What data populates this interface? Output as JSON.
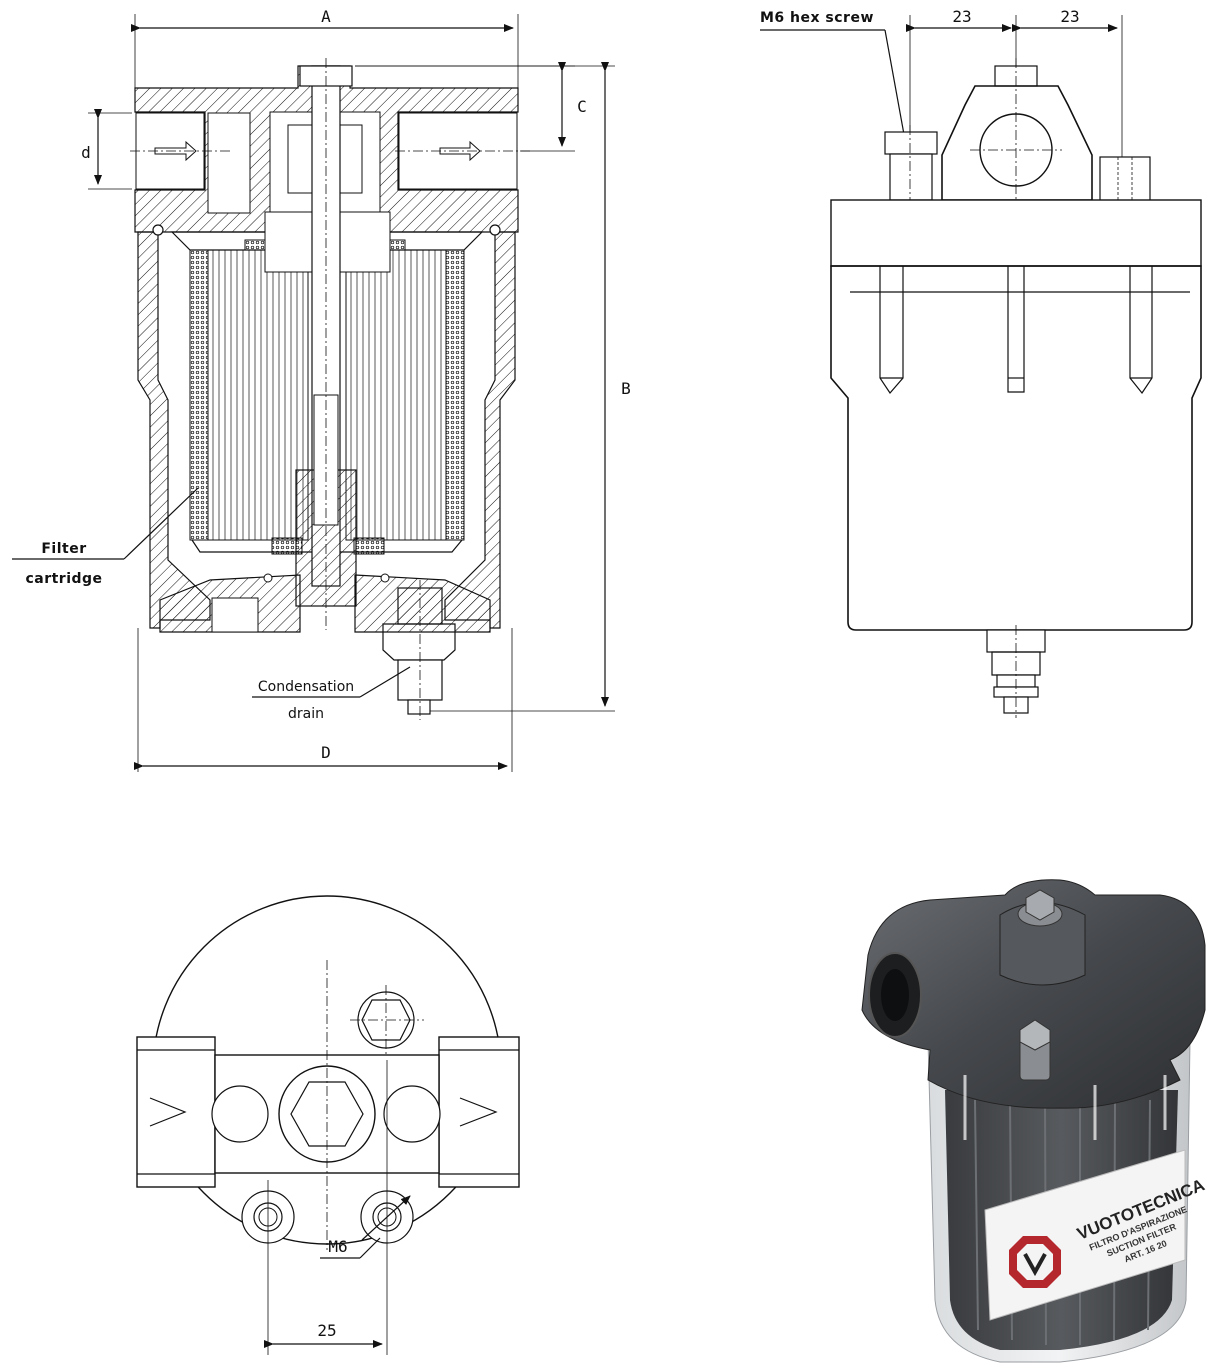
{
  "views": {
    "section": {
      "dim_A": "A",
      "dim_B": "B",
      "dim_C": "C",
      "dim_D": "D",
      "dim_d": "d",
      "label_filter_line1": "Filter",
      "label_filter_line2": "cartridge",
      "label_drain_line1": "Condensation",
      "label_drain_line2": "drain"
    },
    "side": {
      "label_screw": "M6 hex screw",
      "dim_left": "23",
      "dim_right": "23"
    },
    "top": {
      "label_thread": "M6",
      "dim_spacing": "25"
    },
    "photo": {
      "brand": "VUOTOTECNICA",
      "line1": "FILTRO D'ASPIRAZIONE",
      "line2": "SUCTION FILTER",
      "line3": "ART. 16 20"
    }
  },
  "colors": {
    "line": "#111111",
    "housing_metal": "#4a4c4f",
    "bowl": "#c9cccf",
    "logo_red": "#b3272d"
  }
}
